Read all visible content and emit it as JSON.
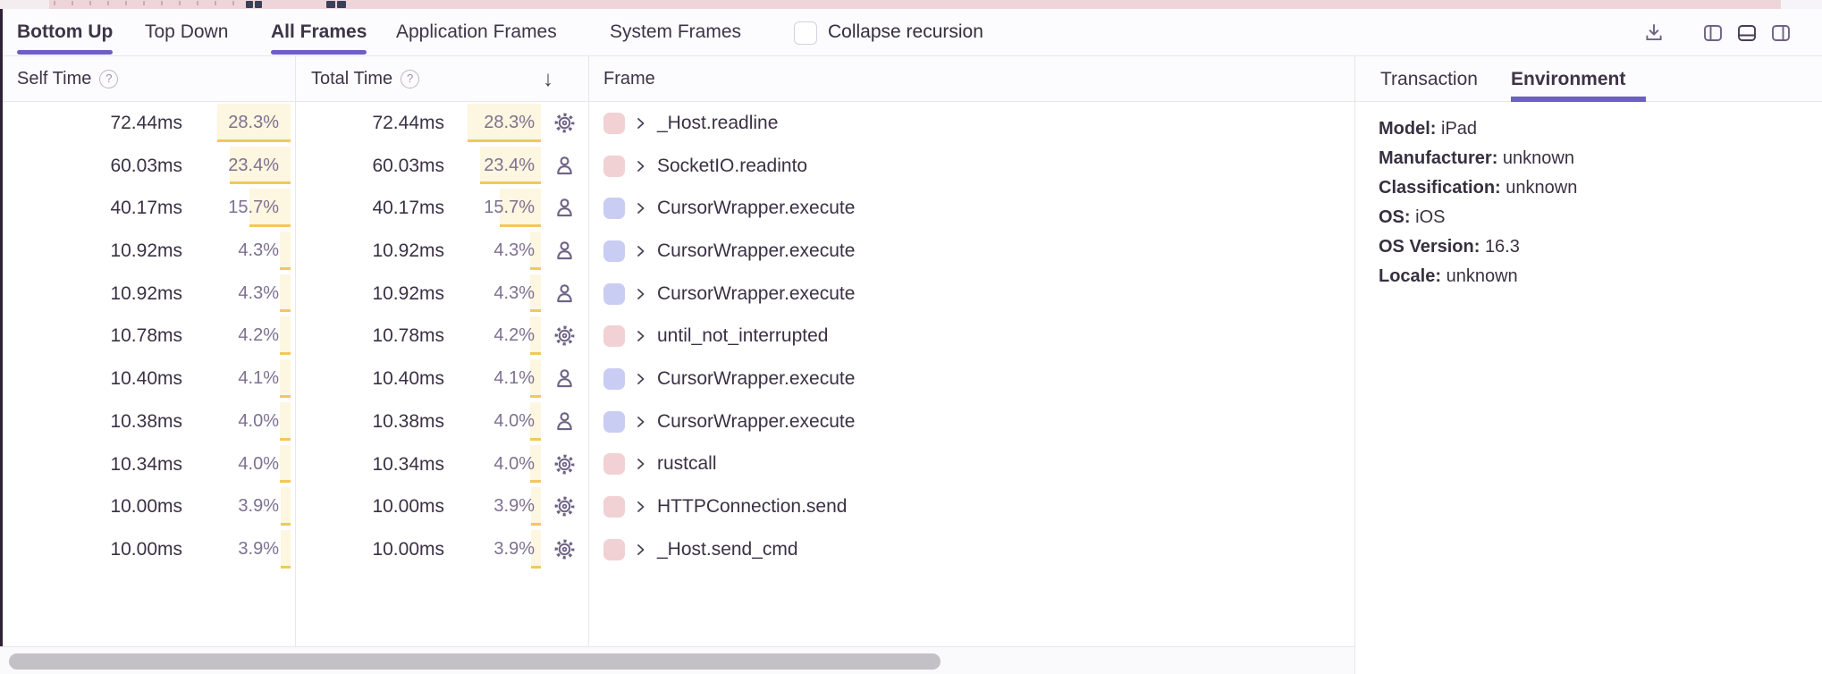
{
  "toolbar": {
    "sort_tabs": [
      {
        "label": "Bottom Up",
        "active": true
      },
      {
        "label": "Top Down",
        "active": false
      }
    ],
    "frame_filter_tabs": [
      {
        "label": "All Frames",
        "active": true
      },
      {
        "label": "Application Frames",
        "active": false
      },
      {
        "label": "System Frames",
        "active": false
      }
    ],
    "collapse_recursion": {
      "label": "Collapse recursion",
      "checked": false
    },
    "icons": [
      "download-icon",
      "panel-left-icon",
      "panel-bottom-icon",
      "panel-right-icon"
    ],
    "active_layout_icon": "panel-bottom-icon"
  },
  "table": {
    "headers": {
      "self_time": "Self Time",
      "total_time": "Total Time",
      "frame": "Frame",
      "help_glyph": "?",
      "sort_arrow_glyph": "↓",
      "sorted_by": "Total Time",
      "sort_direction": "descending"
    },
    "rows": [
      {
        "self_time": "72.44ms",
        "self_pct": "28.3%",
        "total_time": "72.44ms",
        "total_pct": "28.3%",
        "icon": "gear",
        "frame": "_Host.readline",
        "kind": "system"
      },
      {
        "self_time": "60.03ms",
        "self_pct": "23.4%",
        "total_time": "60.03ms",
        "total_pct": "23.4%",
        "icon": "user",
        "frame": "SocketIO.readinto",
        "kind": "system"
      },
      {
        "self_time": "40.17ms",
        "self_pct": "15.7%",
        "total_time": "40.17ms",
        "total_pct": "15.7%",
        "icon": "user",
        "frame": "CursorWrapper.execute",
        "kind": "application"
      },
      {
        "self_time": "10.92ms",
        "self_pct": "4.3%",
        "total_time": "10.92ms",
        "total_pct": "4.3%",
        "icon": "user",
        "frame": "CursorWrapper.execute",
        "kind": "application"
      },
      {
        "self_time": "10.92ms",
        "self_pct": "4.3%",
        "total_time": "10.92ms",
        "total_pct": "4.3%",
        "icon": "user",
        "frame": "CursorWrapper.execute",
        "kind": "application"
      },
      {
        "self_time": "10.78ms",
        "self_pct": "4.2%",
        "total_time": "10.78ms",
        "total_pct": "4.2%",
        "icon": "gear",
        "frame": "until_not_interrupted",
        "kind": "system"
      },
      {
        "self_time": "10.40ms",
        "self_pct": "4.1%",
        "total_time": "10.40ms",
        "total_pct": "4.1%",
        "icon": "user",
        "frame": "CursorWrapper.execute",
        "kind": "application"
      },
      {
        "self_time": "10.38ms",
        "self_pct": "4.0%",
        "total_time": "10.38ms",
        "total_pct": "4.0%",
        "icon": "user",
        "frame": "CursorWrapper.execute",
        "kind": "application"
      },
      {
        "self_time": "10.34ms",
        "self_pct": "4.0%",
        "total_time": "10.34ms",
        "total_pct": "4.0%",
        "icon": "gear",
        "frame": "rustcall",
        "kind": "system"
      },
      {
        "self_time": "10.00ms",
        "self_pct": "3.9%",
        "total_time": "10.00ms",
        "total_pct": "3.9%",
        "icon": "gear",
        "frame": "HTTPConnection.send",
        "kind": "system"
      },
      {
        "self_time": "10.00ms",
        "self_pct": "3.9%",
        "total_time": "10.00ms",
        "total_pct": "3.9%",
        "icon": "gear",
        "frame": "_Host.send_cmd",
        "kind": "system"
      }
    ]
  },
  "side_panel": {
    "tabs": [
      {
        "label": "Transaction",
        "active": false
      },
      {
        "label": "Environment",
        "active": true
      }
    ],
    "fields": [
      {
        "label": "Model:",
        "value": "iPad"
      },
      {
        "label": "Manufacturer:",
        "value": "unknown"
      },
      {
        "label": "Classification:",
        "value": "unknown"
      },
      {
        "label": "OS:",
        "value": "iOS"
      },
      {
        "label": "OS Version:",
        "value": "16.3"
      },
      {
        "label": "Locale:",
        "value": "unknown"
      }
    ]
  },
  "colors": {
    "accent_purple": "#6c5fc7",
    "system_frame_swatch": "#f1d1d4",
    "application_frame_swatch": "#cacdf3",
    "pct_bar_background": "#fdf6e0",
    "pct_bar_underline": "#f2c75c",
    "icon_gray": "#6e6284",
    "minimap_pink": "#edd5d9",
    "scroll_thumb": "#c3c0c6",
    "dark_edge": "#2d2334"
  }
}
